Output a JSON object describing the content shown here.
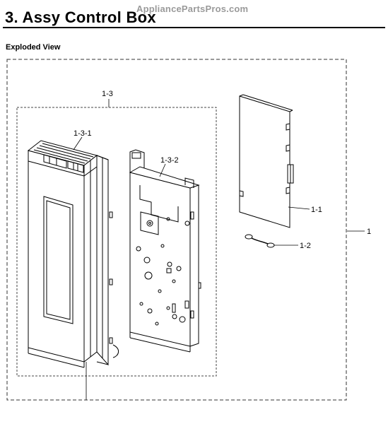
{
  "header": {
    "watermark": "AppliancePartsPros.com",
    "title": "3.  Assy Control Box",
    "subtitle": "Exploded View"
  },
  "callouts": {
    "assembly": "1",
    "control_box_sub": "1-3",
    "control_panel": "1-3-1",
    "bracket": "1-3-2",
    "pcb_board": "1-1",
    "wire": "1-2"
  }
}
